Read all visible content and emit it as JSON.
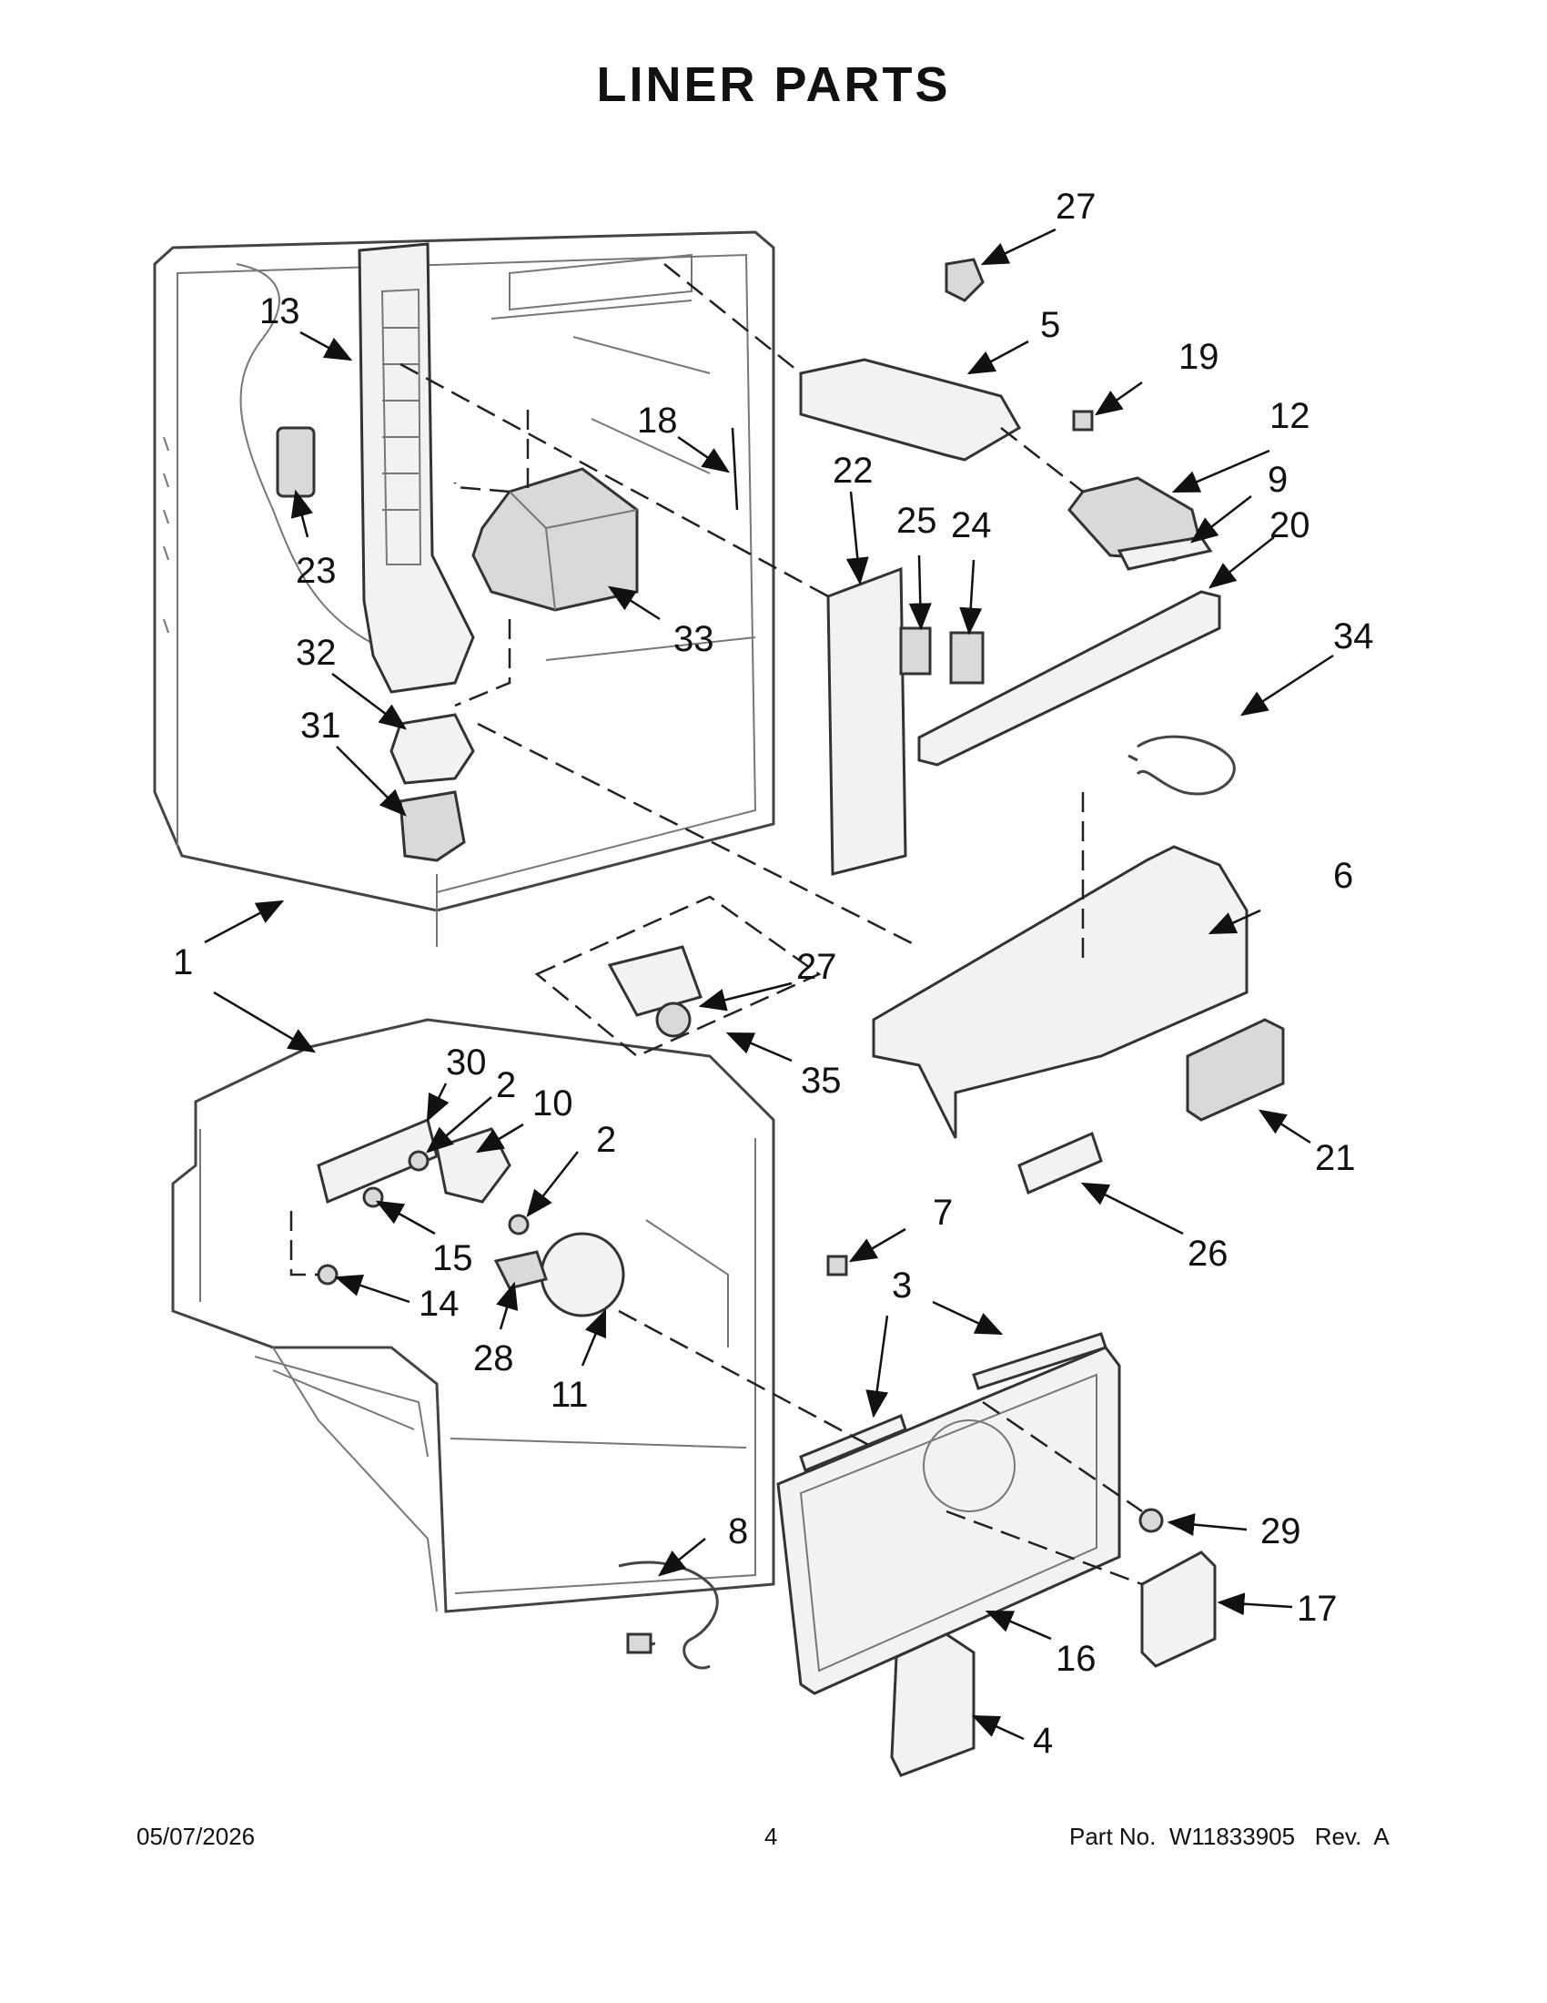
{
  "title": "LINER PARTS",
  "footer": {
    "date": "05/07/2026",
    "page": "4",
    "part_number": "Part No.  W11833905   Rev.  A"
  },
  "callouts": {
    "c1": "1",
    "c2a": "2",
    "c2b": "2",
    "c3": "3",
    "c4": "4",
    "c5": "5",
    "c6": "6",
    "c7": "7",
    "c8": "8",
    "c9": "9",
    "c10": "10",
    "c11": "11",
    "c12": "12",
    "c13": "13",
    "c14": "14",
    "c15": "15",
    "c16": "16",
    "c17": "17",
    "c18": "18",
    "c19": "19",
    "c20": "20",
    "c21": "21",
    "c22": "22",
    "c23": "23",
    "c24": "24",
    "c25": "25",
    "c26": "26",
    "c27a": "27",
    "c27b": "27",
    "c28": "28",
    "c29": "29",
    "c30": "30",
    "c31": "31",
    "c32": "32",
    "c33": "33",
    "c34": "34",
    "c35": "35"
  }
}
